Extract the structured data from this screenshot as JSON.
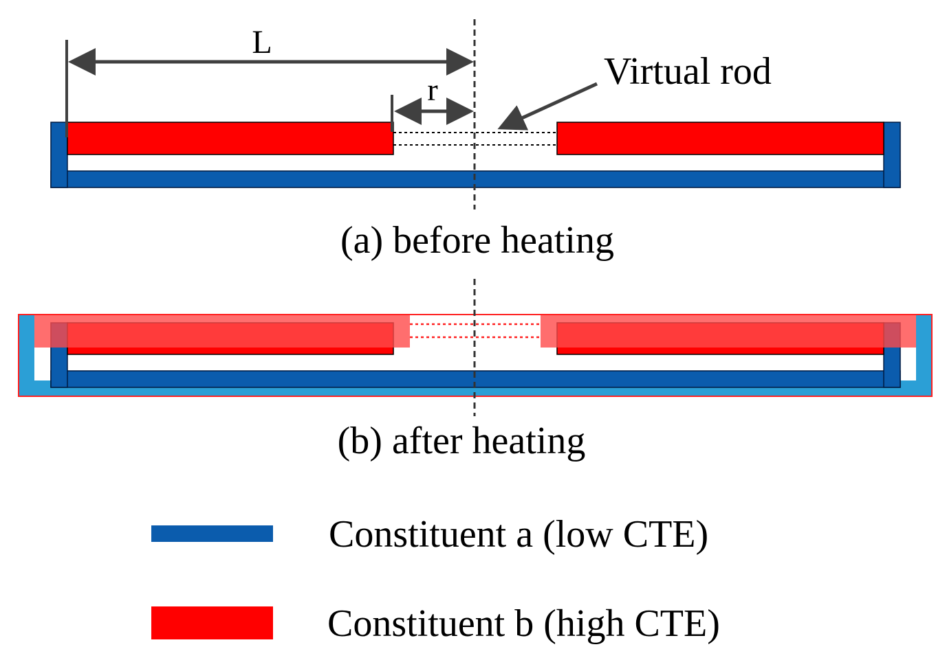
{
  "labels": {
    "L": "L",
    "r": "r",
    "virtual_rod": "Virtual rod",
    "caption_a": "(a) before heating",
    "caption_b": "(b) after heating"
  },
  "legend": [
    {
      "color": "#0b5cad",
      "label": "Constituent a (low CTE)"
    },
    {
      "color": "#ff0000",
      "label": "Constituent b (high CTE)"
    }
  ],
  "colors": {
    "constituent_a": "#0b5cad",
    "constituent_a_heated": "#2b9fd6",
    "constituent_b": "#ff0000",
    "constituent_b_heated": "#ff6e6e",
    "dimension_lines": "#404040"
  }
}
